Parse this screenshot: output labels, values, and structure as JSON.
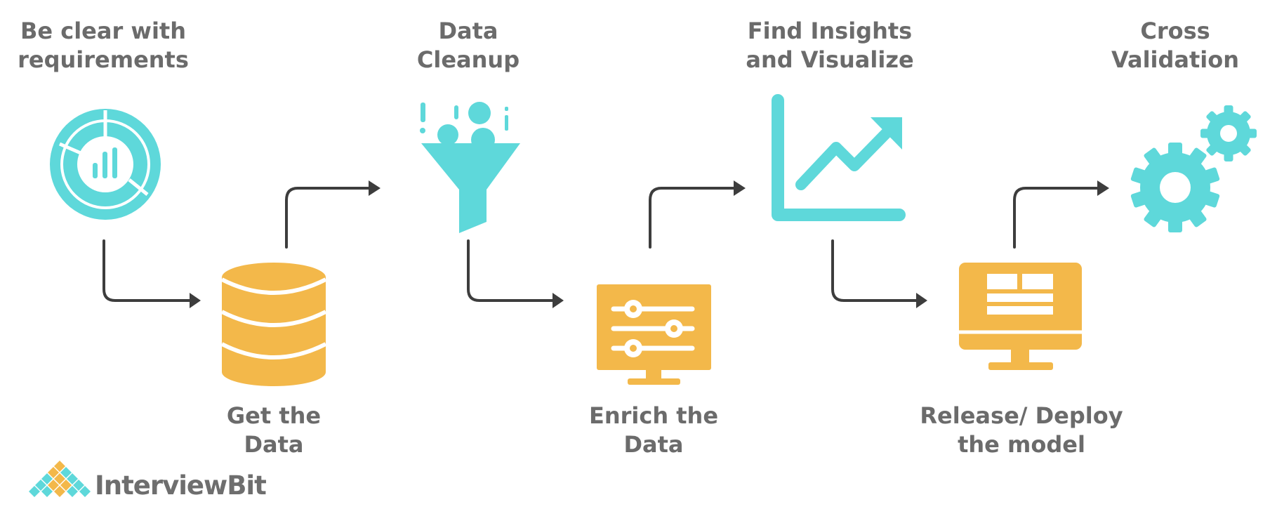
{
  "steps": [
    {
      "id": "requirements",
      "lines": [
        "Be clear with",
        "requirements"
      ],
      "icon": "donut-chart-icon"
    },
    {
      "id": "get-data",
      "lines": [
        "Get the",
        "Data"
      ],
      "icon": "database-icon"
    },
    {
      "id": "cleanup",
      "lines": [
        "Data",
        "Cleanup"
      ],
      "icon": "funnel-icon"
    },
    {
      "id": "enrich",
      "lines": [
        "Enrich the",
        "Data"
      ],
      "icon": "sliders-monitor-icon"
    },
    {
      "id": "insights",
      "lines": [
        "Find Insights",
        "and Visualize"
      ],
      "icon": "trend-chart-icon"
    },
    {
      "id": "deploy",
      "lines": [
        "Release/ Deploy",
        "the model"
      ],
      "icon": "layout-monitor-icon"
    },
    {
      "id": "validation",
      "lines": [
        "Cross",
        "Validation"
      ],
      "icon": "gears-icon"
    }
  ],
  "brand": {
    "name": "InterviewBit",
    "icon": "diamond-grid-logo"
  },
  "colors": {
    "teal": "#5ed8da",
    "orange": "#f3b84a",
    "arrow": "#3d3d3d",
    "text": "#6b6b6b"
  }
}
